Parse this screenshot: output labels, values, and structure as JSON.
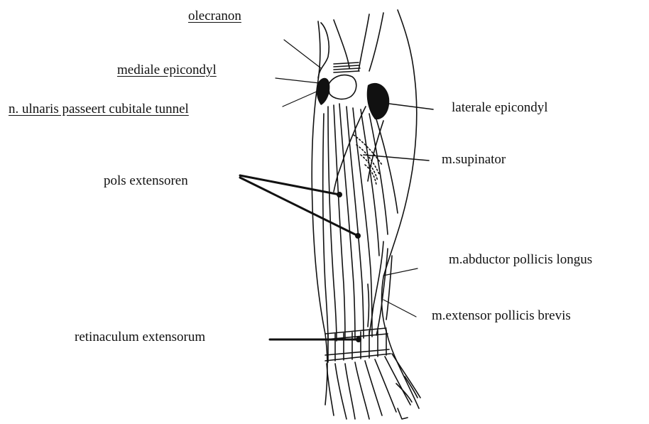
{
  "labels": {
    "olecranon": "olecranon",
    "mediale_epicondyl": "mediale epicondyl",
    "n_ulnaris": "n. ulnaris passeert cubitale tunnel",
    "laterale_epicondyl": "laterale epicondyl",
    "m_supinator": "m.supinator",
    "pols_extensoren": "pols extensoren",
    "m_abductor": "m.abductor pollicis longus",
    "m_extensor_brevis": "m.extensor pollicis brevis",
    "retinaculum": "retinaculum extensorum"
  },
  "colors": {
    "line": "#111111",
    "background": "#ffffff"
  }
}
